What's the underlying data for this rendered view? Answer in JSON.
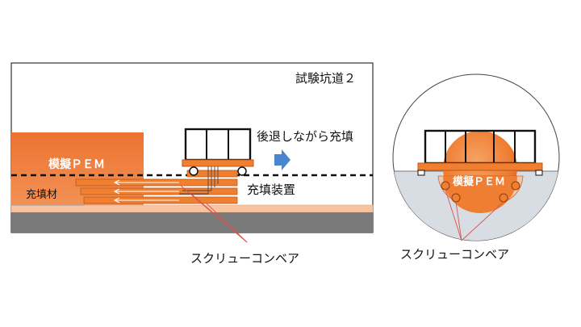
{
  "left_panel": {
    "tunnel_label": "試験坑道２",
    "pem_label": "模擬ＰＥＭ",
    "fill_label": "充填材",
    "direction_label": "後退しながら充填",
    "device_label": "充填装置",
    "conveyor_label": "スクリューコンベア"
  },
  "right_panel": {
    "pem_label": "模擬ＰＥＭ",
    "conveyor_label": "スクリューコンベア"
  },
  "colors": {
    "orange": "#f0802f",
    "orange_dark": "#c0561a",
    "light_orange": "#f9c8a6",
    "arrow_blue": "#4a86d0",
    "rail_gray": "#777777",
    "fill_gray": "#d4dce6",
    "annotation_red": "#d9534f"
  }
}
